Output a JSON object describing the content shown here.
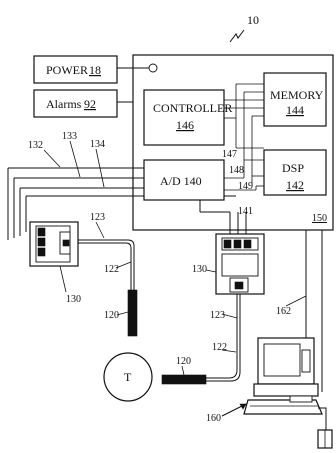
{
  "figure_number": "10",
  "blocks": {
    "power": {
      "label": "POWER",
      "ref": "18"
    },
    "alarms": {
      "label": "Alarms",
      "ref": "92"
    },
    "controller": {
      "label": "CONTROLLER",
      "ref": "146"
    },
    "memory": {
      "label": "MEMORY",
      "ref": "144"
    },
    "dsp": {
      "label": "DSP",
      "ref": "142"
    },
    "ad": {
      "label": "A/D 140"
    },
    "enclosure_ref": "150"
  },
  "refs": {
    "r132": "132",
    "r133": "133",
    "r134": "134",
    "r147": "147",
    "r148": "148",
    "r149": "149",
    "r141": "141",
    "r123a": "123",
    "r122a": "122",
    "r120a": "120",
    "r130a": "130",
    "r130b": "130",
    "r123b": "123",
    "r122b": "122",
    "r120b": "120",
    "r162": "162",
    "r160": "160",
    "tank": "T"
  }
}
